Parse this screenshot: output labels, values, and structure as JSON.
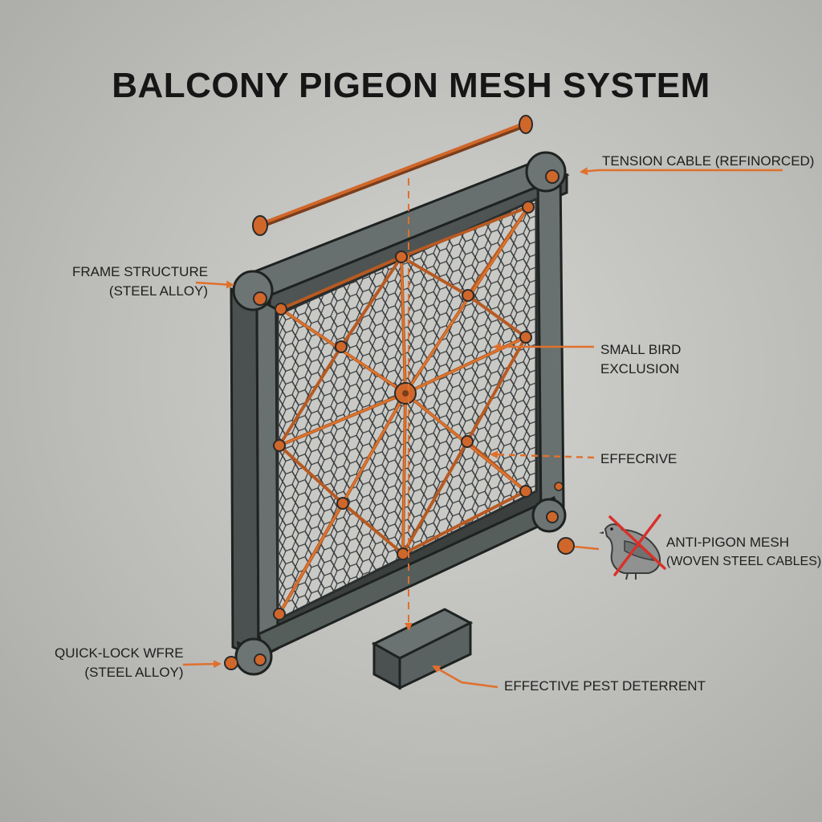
{
  "title": "BALCONY PIGEON MESH SYSTEM",
  "labels": {
    "tension_cable": "TENSION CABLE (REFINORCED)",
    "frame_structure": [
      "FRAME STRUCTURE",
      "(STEEL ALLOY)"
    ],
    "small_bird": [
      "SMALL BIRD",
      "EXCLUSION"
    ],
    "effecrive": "EFFECRIVE",
    "anti_pigeon": [
      "ANTI-PIGON MESH",
      "(WOVEN STEEL CABLES)"
    ],
    "quick_lock": [
      "QUICK-LOCK WFRE",
      "(STEEL ALLOY)"
    ],
    "pest_deterrent": "EFFECTIVE PEST DETERRENT"
  },
  "icons": [
    "pigeon-icon",
    "prohibited-cross-icon"
  ],
  "colors": {
    "frame": "#59605f",
    "frame_dark": "#3b403f",
    "cable": "#d0672a",
    "arrow": "#e0702c",
    "mesh": "#2f3334",
    "text": "#1e1e1e",
    "background": "#bdbdba"
  }
}
